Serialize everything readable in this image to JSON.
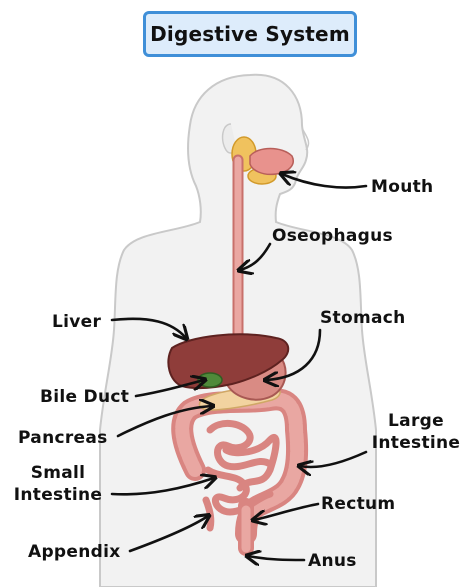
{
  "title": "Digestive System",
  "labels": {
    "mouth": "Mouth",
    "oseophagus": "Oseophagus",
    "liver": "Liver",
    "stomach": "Stomach",
    "bile_duct": "Bile Duct",
    "pancreas": "Pancreas",
    "large_intestine_1": "Large",
    "large_intestine_2": "Intestine",
    "small_intestine_1": "Small",
    "small_intestine_2": "Intestine",
    "rectum": "Rectum",
    "appendix": "Appendix",
    "anus": "Anus"
  },
  "colors": {
    "title_border": "#3f8fd8",
    "title_fill": "#ddecfb",
    "body_fill": "#f2f2f2",
    "body_stroke": "#c9c9c9",
    "liver": "#8f3d3a",
    "gallbladder": "#4f8a3a",
    "stomach": "#d98b84",
    "pancreas": "#f2d3a0",
    "intestine": "#e39a95",
    "esophagus": "#e59b96",
    "salivary": "#f0c25e",
    "arrow": "#111111"
  }
}
